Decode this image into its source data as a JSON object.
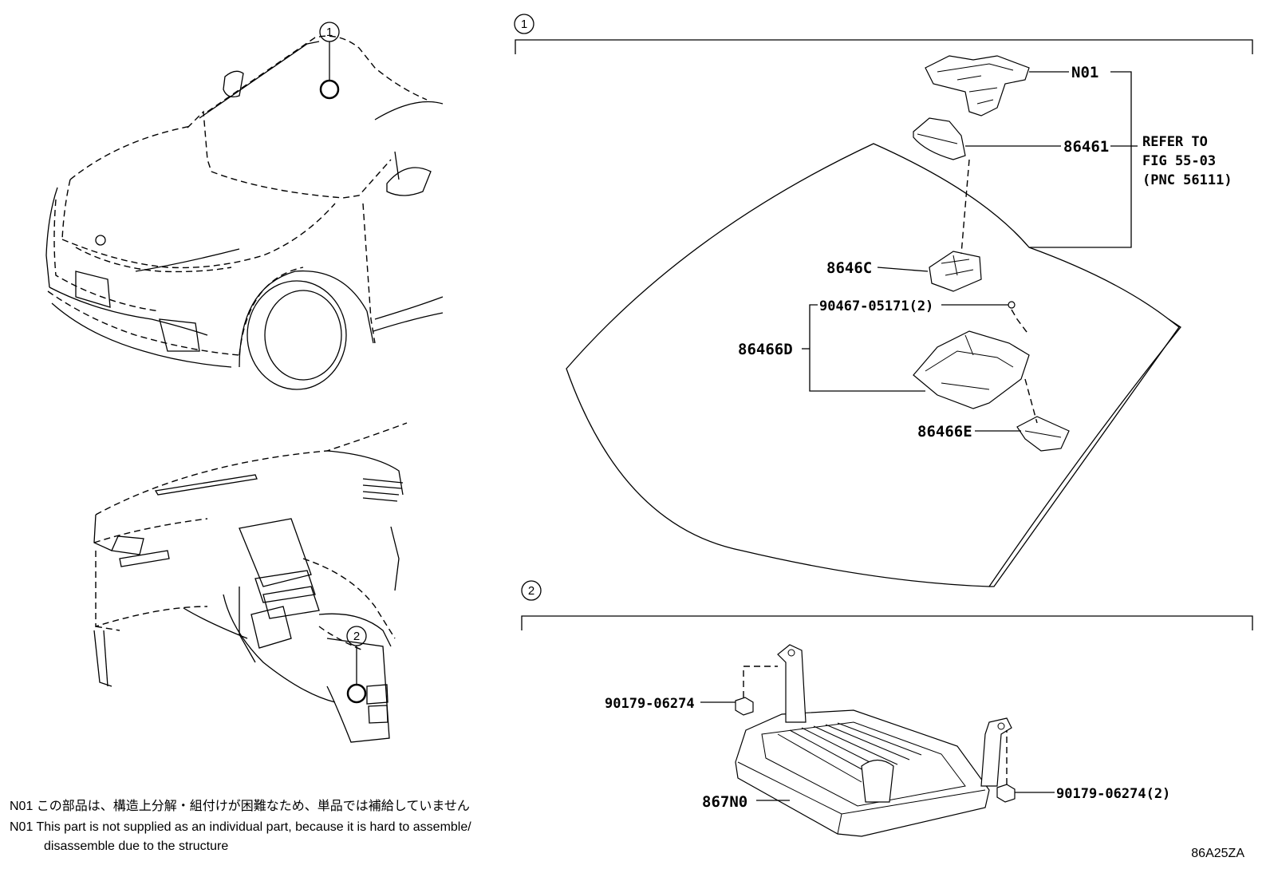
{
  "diagram": {
    "callouts": {
      "car_front": "1",
      "car_interior": "2",
      "section_1": "1",
      "section_2": "2"
    },
    "parts": {
      "n01": "N01",
      "p86461": "86461",
      "p8646c": "8646C",
      "p90467": "90467-05171(2)",
      "p86466d": "86466D",
      "p86466e": "86466E",
      "p90179_a": "90179-06274",
      "p867n0": "867N0",
      "p90179_b": "90179-06274(2)"
    },
    "refer": {
      "line1": "REFER TO",
      "line2": "FIG 55-03",
      "line3": "(PNC 56111)"
    },
    "notes": {
      "jp": "N01 この部品は、構造上分解・組付けが困難なため、単品では補給していません",
      "en_line1": "N01 This part is not supplied as an individual part, because it is hard to assemble/",
      "en_line2": "disassemble due to the structure"
    },
    "figure_code": "86A25ZA"
  }
}
